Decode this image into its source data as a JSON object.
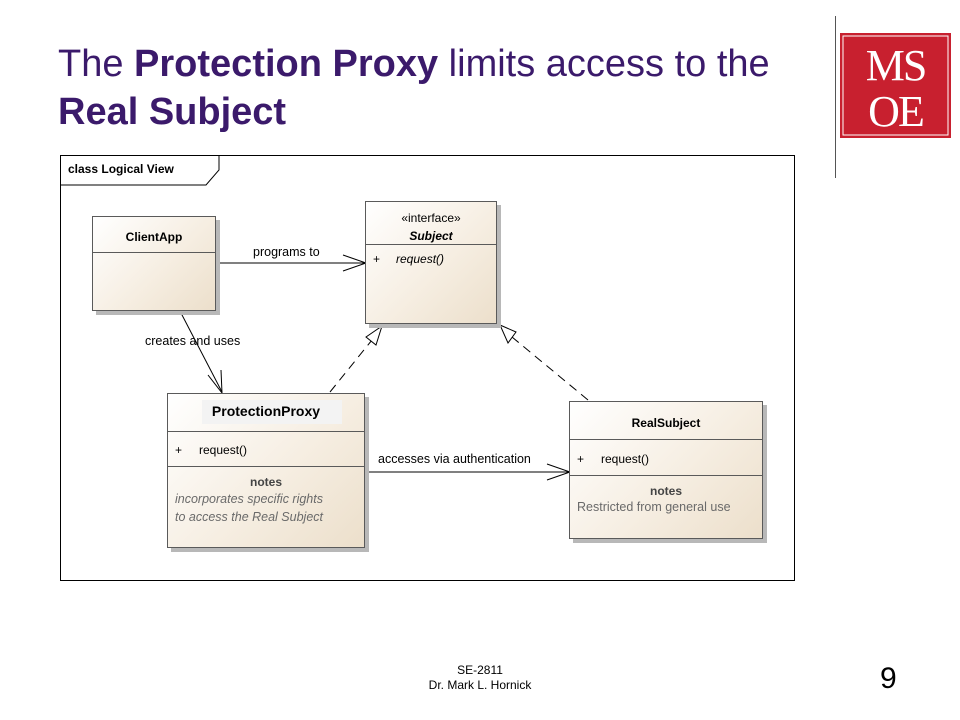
{
  "slide": {
    "title_parts": [
      "The ",
      "Protection Proxy",
      " limits access to the ",
      "Real Subject"
    ],
    "footer_line1": "SE-2811",
    "footer_line2": "Dr. Mark L. Hornick",
    "page_number": "9"
  },
  "logo": {
    "text": "MSOE",
    "color": "#c8202f"
  },
  "diagram": {
    "frame_label": "class Logical View",
    "classes": {
      "client": {
        "name": "ClientApp"
      },
      "subject": {
        "stereotype": "«interface»",
        "name": "Subject",
        "op_vis": "+",
        "op": "request()"
      },
      "proxy": {
        "name": "ProtectionProxy",
        "op_vis": "+",
        "op": "request()",
        "notes_title": "notes",
        "notes_line1": "incorporates specific rights",
        "notes_line2": "to access the Real Subject"
      },
      "real": {
        "name": "RealSubject",
        "op_vis": "+",
        "op": "request()",
        "notes_title": "notes",
        "notes_line1": "Restricted from general use"
      }
    },
    "relations": {
      "programs_to": "programs to",
      "creates_and_uses": "creates and uses",
      "accesses": "accesses via authentication"
    }
  }
}
